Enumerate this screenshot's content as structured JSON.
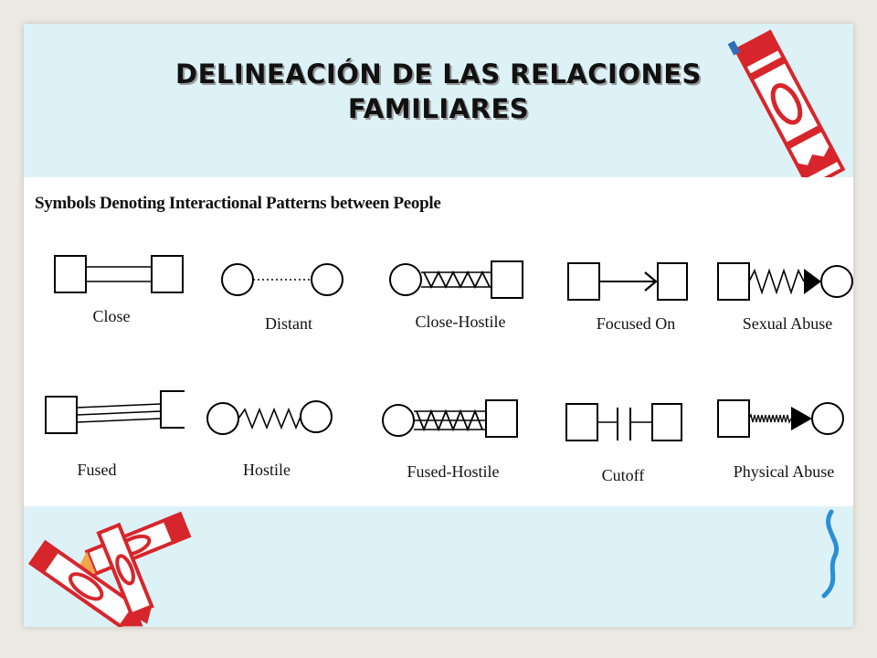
{
  "slide": {
    "title_line1": "DELINEACIÓN DE LAS RELACIONES",
    "title_line2": "FAMILIARES"
  },
  "figure": {
    "heading": "Symbols Denoting Interactional Patterns between People",
    "symbols": [
      {
        "label": "Close",
        "icon": "close-symbol-icon"
      },
      {
        "label": "Distant",
        "icon": "distant-symbol-icon"
      },
      {
        "label": "Close-Hostile",
        "icon": "close-hostile-symbol-icon"
      },
      {
        "label": "Focused On",
        "icon": "focused-on-symbol-icon"
      },
      {
        "label": "Sexual Abuse",
        "icon": "sexual-abuse-symbol-icon"
      },
      {
        "label": "Fused",
        "icon": "fused-symbol-icon"
      },
      {
        "label": "Hostile",
        "icon": "hostile-symbol-icon"
      },
      {
        "label": "Fused-Hostile",
        "icon": "fused-hostile-symbol-icon"
      },
      {
        "label": "Cutoff",
        "icon": "cutoff-symbol-icon"
      },
      {
        "label": "Physical Abuse",
        "icon": "physical-abuse-symbol-icon"
      }
    ]
  },
  "decor": {
    "crayon_color": "#d7262b",
    "crayon_tip_color": "#2b6fb5"
  }
}
